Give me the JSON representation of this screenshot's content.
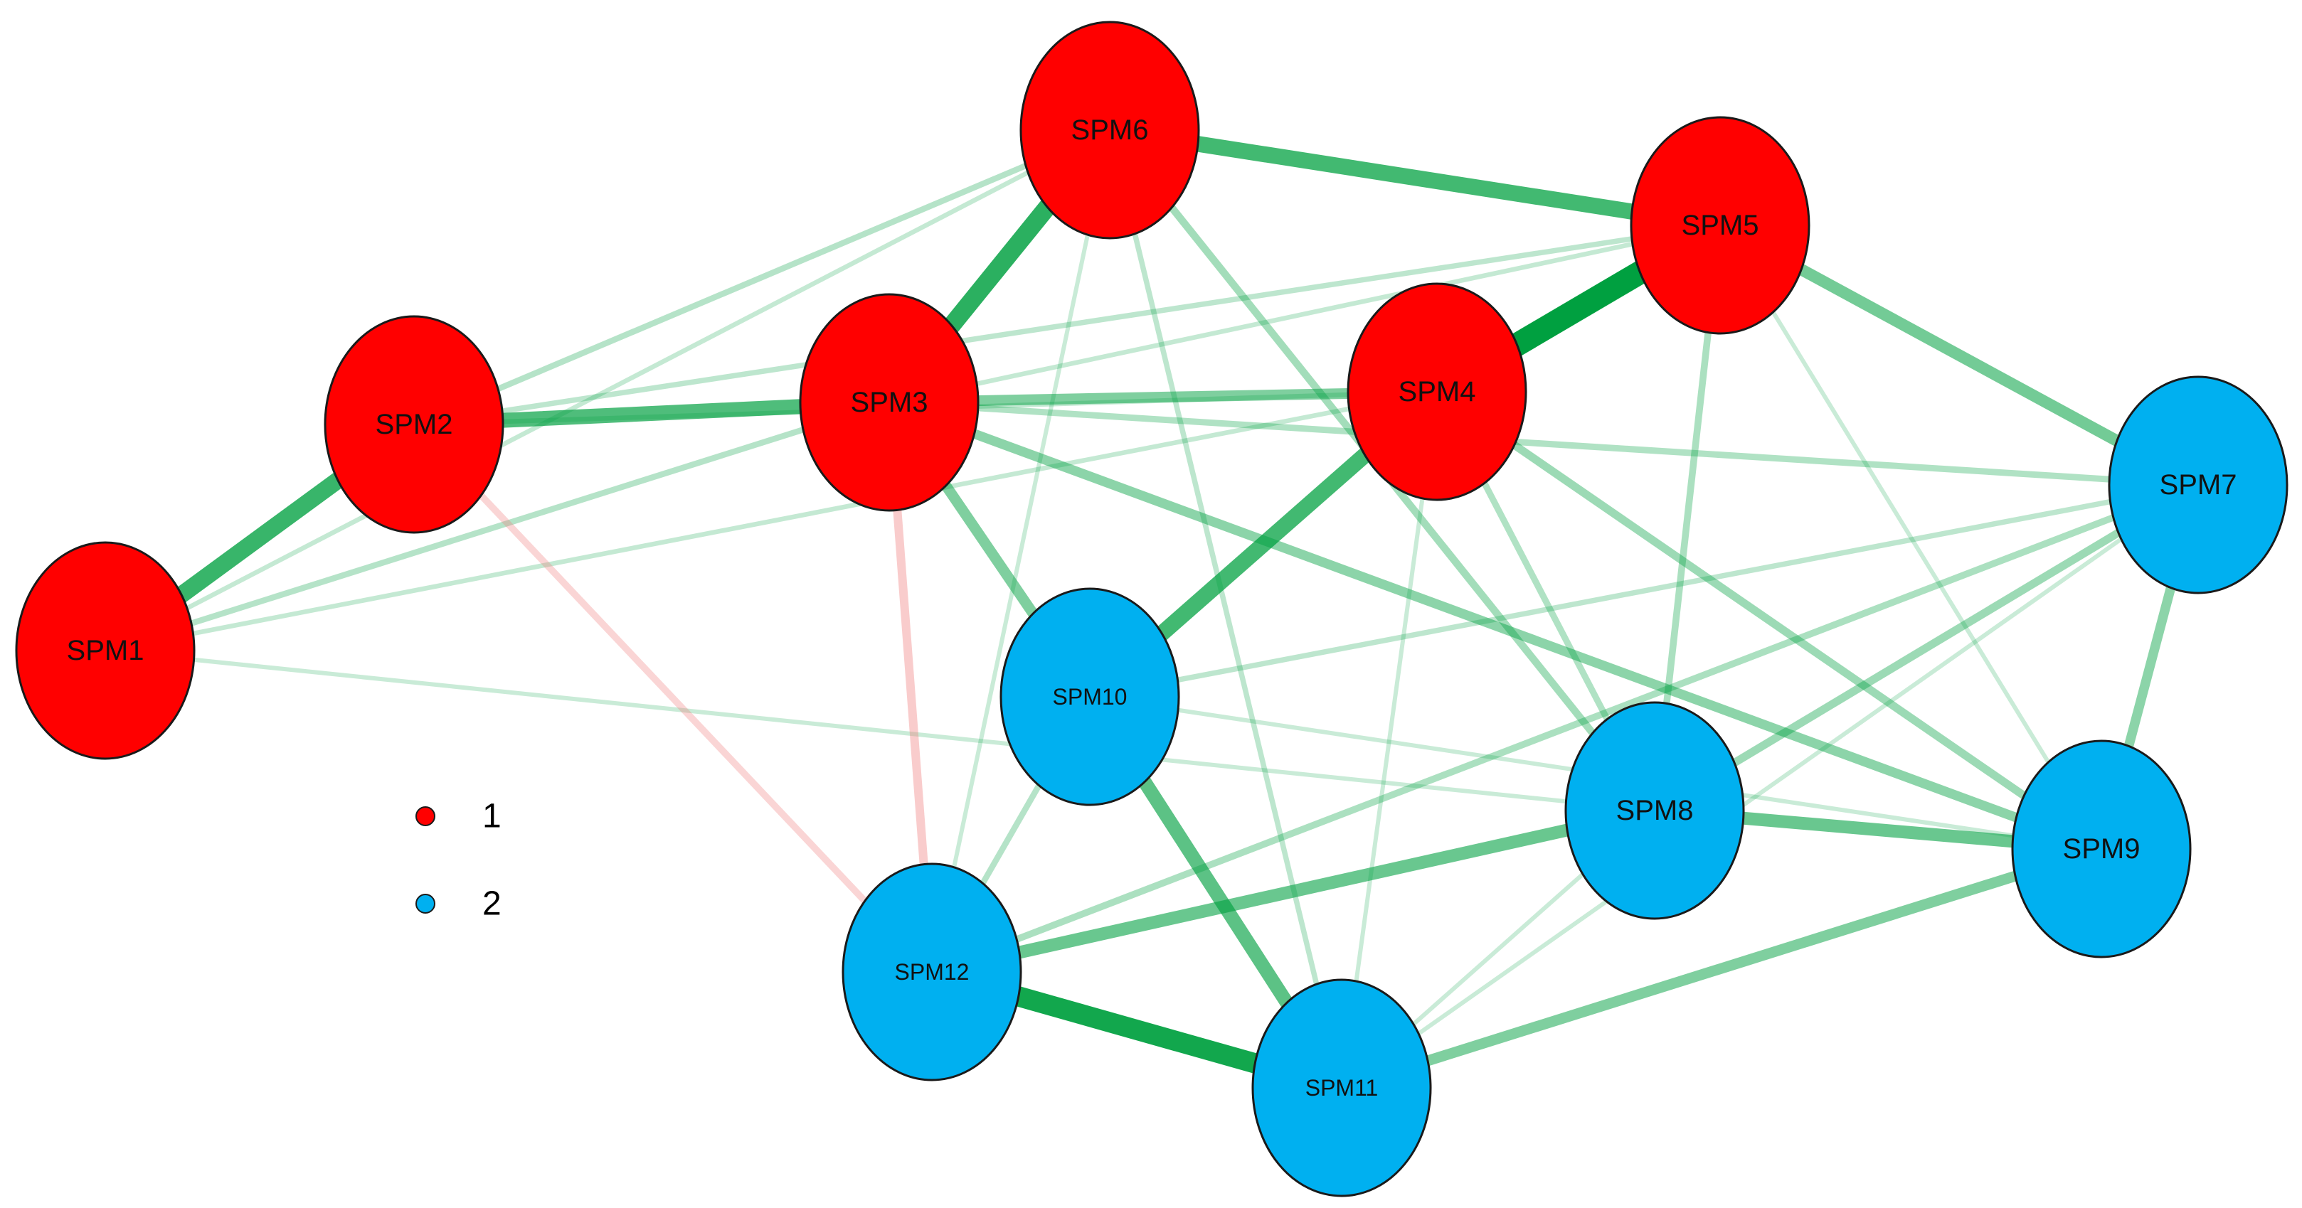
{
  "groups": [
    {
      "id": "1",
      "label": "1",
      "color": "#ff0000"
    },
    {
      "id": "2",
      "label": "2",
      "color": "#00b0f0"
    }
  ],
  "nodes": [
    {
      "id": "SPM1",
      "label": "SPM1",
      "group": "1"
    },
    {
      "id": "SPM2",
      "label": "SPM2",
      "group": "1"
    },
    {
      "id": "SPM3",
      "label": "SPM3",
      "group": "1"
    },
    {
      "id": "SPM4",
      "label": "SPM4",
      "group": "1"
    },
    {
      "id": "SPM5",
      "label": "SPM5",
      "group": "1"
    },
    {
      "id": "SPM6",
      "label": "SPM6",
      "group": "1"
    },
    {
      "id": "SPM7",
      "label": "SPM7",
      "group": "2"
    },
    {
      "id": "SPM8",
      "label": "SPM8",
      "group": "2"
    },
    {
      "id": "SPM9",
      "label": "SPM9",
      "group": "2"
    },
    {
      "id": "SPM10",
      "label": "SPM10",
      "group": "2"
    },
    {
      "id": "SPM11",
      "label": "SPM11",
      "group": "2"
    },
    {
      "id": "SPM12",
      "label": "SPM12",
      "group": "2"
    }
  ],
  "edges": [
    {
      "from": "SPM4",
      "to": "SPM5",
      "sign": "positive",
      "weight": 1.0
    },
    {
      "from": "SPM12",
      "to": "SPM11",
      "sign": "positive",
      "weight": 0.85
    },
    {
      "from": "SPM6",
      "to": "SPM3",
      "sign": "positive",
      "weight": 0.75
    },
    {
      "from": "SPM1",
      "to": "SPM2",
      "sign": "positive",
      "weight": 0.7
    },
    {
      "from": "SPM6",
      "to": "SPM5",
      "sign": "positive",
      "weight": 0.65
    },
    {
      "from": "SPM4",
      "to": "SPM10",
      "sign": "positive",
      "weight": 0.65
    },
    {
      "from": "SPM2",
      "to": "SPM3",
      "sign": "positive",
      "weight": 0.6
    },
    {
      "from": "SPM10",
      "to": "SPM11",
      "sign": "positive",
      "weight": 0.55
    },
    {
      "from": "SPM12",
      "to": "SPM8",
      "sign": "positive",
      "weight": 0.5
    },
    {
      "from": "SPM8",
      "to": "SPM9",
      "sign": "positive",
      "weight": 0.5
    },
    {
      "from": "SPM5",
      "to": "SPM7",
      "sign": "positive",
      "weight": 0.45
    },
    {
      "from": "SPM3",
      "to": "SPM4",
      "sign": "positive",
      "weight": 0.4
    },
    {
      "from": "SPM3",
      "to": "SPM10",
      "sign": "positive",
      "weight": 0.4
    },
    {
      "from": "SPM11",
      "to": "SPM9",
      "sign": "positive",
      "weight": 0.4
    },
    {
      "from": "SPM3",
      "to": "SPM9",
      "sign": "positive",
      "weight": 0.35
    },
    {
      "from": "SPM7",
      "to": "SPM9",
      "sign": "positive",
      "weight": 0.35
    },
    {
      "from": "SPM3",
      "to": "SPM12",
      "sign": "negative",
      "weight": 0.3
    },
    {
      "from": "SPM2",
      "to": "SPM12",
      "sign": "negative",
      "weight": 0.22
    },
    {
      "from": "SPM4",
      "to": "SPM9",
      "sign": "positive",
      "weight": 0.28
    },
    {
      "from": "SPM8",
      "to": "SPM7",
      "sign": "positive",
      "weight": 0.28
    },
    {
      "from": "SPM6",
      "to": "SPM8",
      "sign": "positive",
      "weight": 0.25
    },
    {
      "from": "SPM5",
      "to": "SPM8",
      "sign": "positive",
      "weight": 0.22
    },
    {
      "from": "SPM12",
      "to": "SPM7",
      "sign": "positive",
      "weight": 0.22
    },
    {
      "from": "SPM4",
      "to": "SPM8",
      "sign": "positive",
      "weight": 0.2
    },
    {
      "from": "SPM3",
      "to": "SPM7",
      "sign": "positive",
      "weight": 0.2
    },
    {
      "from": "SPM1",
      "to": "SPM3",
      "sign": "positive",
      "weight": 0.18
    },
    {
      "from": "SPM2",
      "to": "SPM6",
      "sign": "positive",
      "weight": 0.18
    },
    {
      "from": "SPM2",
      "to": "SPM5",
      "sign": "positive",
      "weight": 0.15
    },
    {
      "from": "SPM10",
      "to": "SPM12",
      "sign": "positive",
      "weight": 0.18
    },
    {
      "from": "SPM6",
      "to": "SPM11",
      "sign": "positive",
      "weight": 0.15
    },
    {
      "from": "SPM10",
      "to": "SPM7",
      "sign": "positive",
      "weight": 0.15
    },
    {
      "from": "SPM1",
      "to": "SPM6",
      "sign": "positive",
      "weight": 0.12
    },
    {
      "from": "SPM2",
      "to": "SPM4",
      "sign": "positive",
      "weight": 0.12
    },
    {
      "from": "SPM1",
      "to": "SPM4",
      "sign": "positive",
      "weight": 0.12
    },
    {
      "from": "SPM1",
      "to": "SPM8",
      "sign": "positive",
      "weight": 0.1
    },
    {
      "from": "SPM3",
      "to": "SPM5",
      "sign": "positive",
      "weight": 0.12
    },
    {
      "from": "SPM5",
      "to": "SPM9",
      "sign": "positive",
      "weight": 0.1
    },
    {
      "from": "SPM4",
      "to": "SPM11",
      "sign": "positive",
      "weight": 0.1
    },
    {
      "from": "SPM8",
      "to": "SPM11",
      "sign": "positive",
      "weight": 0.1
    },
    {
      "from": "SPM6",
      "to": "SPM12",
      "sign": "positive",
      "weight": 0.1
    },
    {
      "from": "SPM10",
      "to": "SPM9",
      "sign": "positive",
      "weight": 0.1
    },
    {
      "from": "SPM11",
      "to": "SPM7",
      "sign": "positive",
      "weight": 0.1
    }
  ],
  "colors": {
    "positive_edge": "#00a040",
    "negative_edge": "#f08080",
    "node_border": "#1a1a1a"
  }
}
